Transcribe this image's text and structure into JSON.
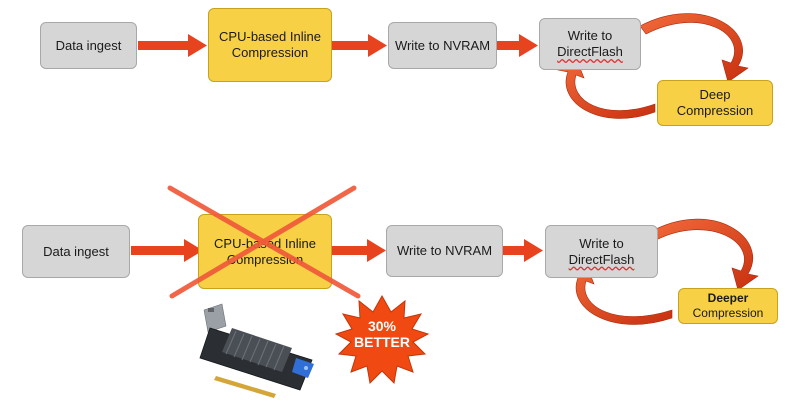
{
  "colors": {
    "arrow": "#e8431f",
    "arrow_dark": "#b52d10",
    "gray_box": "#d6d6d6",
    "yellow_box": "#f7d046",
    "cross": "#f05a3a",
    "burst": "#f04a12"
  },
  "top_flow": {
    "data_ingest": "Data ingest",
    "cpu_line1": "CPU-based Inline",
    "cpu_line2": "Compression",
    "nvram": "Write to NVRAM",
    "write_line1": "Write to",
    "write_line2": "DirectFlash",
    "deep_line1": "Deep",
    "deep_line2": "Compression"
  },
  "bottom_flow": {
    "data_ingest": "Data ingest",
    "cpu_line1": "CPU-based Inline",
    "cpu_line2": "Compression",
    "nvram": "Write to NVRAM",
    "write_line1": "Write to",
    "write_line2": "DirectFlash",
    "deeper_line1": "Deeper",
    "deeper_line2": "Compression"
  },
  "badge": {
    "line1": "30%",
    "line2": "BETTER"
  },
  "icons": {
    "card": "pcie-accelerator-card-icon",
    "burst": "starburst-icon",
    "cross": "x-cross-icon"
  }
}
